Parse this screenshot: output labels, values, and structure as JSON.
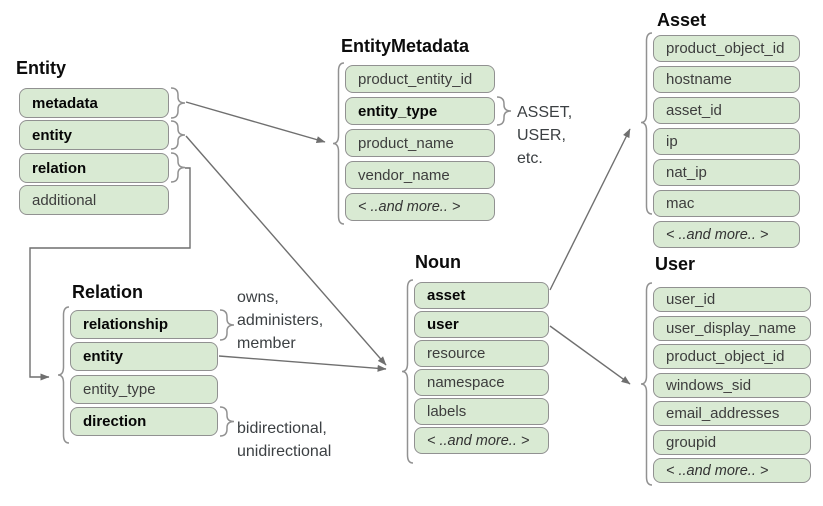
{
  "entity": {
    "title": "Entity",
    "fields": [
      "metadata",
      "entity",
      "relation",
      "additional"
    ]
  },
  "entity_metadata": {
    "title": "EntityMetadata",
    "fields": [
      "product_entity_id",
      "entity_type",
      "product_name",
      "vendor_name",
      "< ..and more.. >"
    ]
  },
  "asset": {
    "title": "Asset",
    "fields": [
      "product_object_id",
      "hostname",
      "asset_id",
      "ip",
      "nat_ip",
      "mac",
      "< ..and more.. >"
    ]
  },
  "user": {
    "title": "User",
    "fields": [
      "user_id",
      "user_display_name",
      "product_object_id",
      "windows_sid",
      "email_addresses",
      "groupid",
      "< ..and more.. >"
    ]
  },
  "noun": {
    "title": "Noun",
    "fields": [
      "asset",
      "user",
      "resource",
      "namespace",
      "labels",
      "< ..and more.. >"
    ]
  },
  "relation": {
    "title": "Relation",
    "fields": [
      "relationship",
      "entity",
      "entity_type",
      "direction"
    ]
  },
  "annotations": {
    "entity_type_examples": "ASSET,\nUSER,\netc.",
    "relationship_examples": "owns,\nadministers,\nmember",
    "direction_examples": "bidirectional,\nunidirectional"
  },
  "colors": {
    "field_fill": "#d9ead3",
    "field_border": "#919191",
    "connector": "#6f6f6f"
  }
}
